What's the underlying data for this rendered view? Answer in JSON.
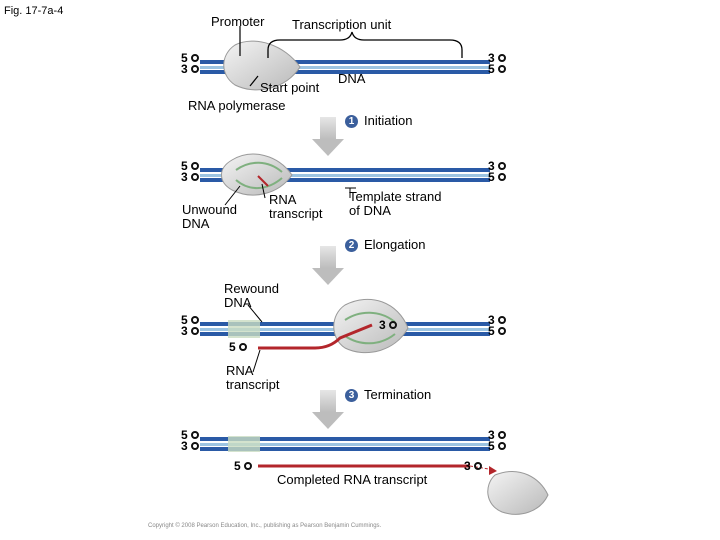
{
  "figure": {
    "id": "Fig. 17-7a-4"
  },
  "labels": {
    "promoter": "Promoter",
    "transcription_unit": "Transcription unit",
    "start_point": "Start point",
    "rna_polymerase": "RNA polymerase",
    "dna": "DNA",
    "unwound_dna_1": "Unwound",
    "unwound_dna_2": "DNA",
    "rna_transcript_1": "RNA",
    "rna_transcript_2": "transcript",
    "template_strand_1": "Template strand",
    "template_strand_2": "of DNA",
    "rewound_dna_1": "Rewound",
    "rewound_dna_2": "DNA",
    "rna_transcript_b1": "RNA",
    "rna_transcript_b2": "transcript",
    "completed": "Completed RNA transcript"
  },
  "steps": [
    {
      "num": "1",
      "label": "Initiation"
    },
    {
      "num": "2",
      "label": "Elongation"
    },
    {
      "num": "3",
      "label": "Termination"
    }
  ],
  "ends": {
    "five": "5",
    "three": "3"
  },
  "copyright": "Copyright © 2008 Pearson Education, Inc., publishing as Pearson Benjamin Cummings.",
  "colors": {
    "dna_top": "#2a5aa6",
    "dna_bottom": "#7fb6dc",
    "rna": "#b3262b",
    "promoter": "#c9dcc2",
    "arrow": "#cfcfcf"
  }
}
